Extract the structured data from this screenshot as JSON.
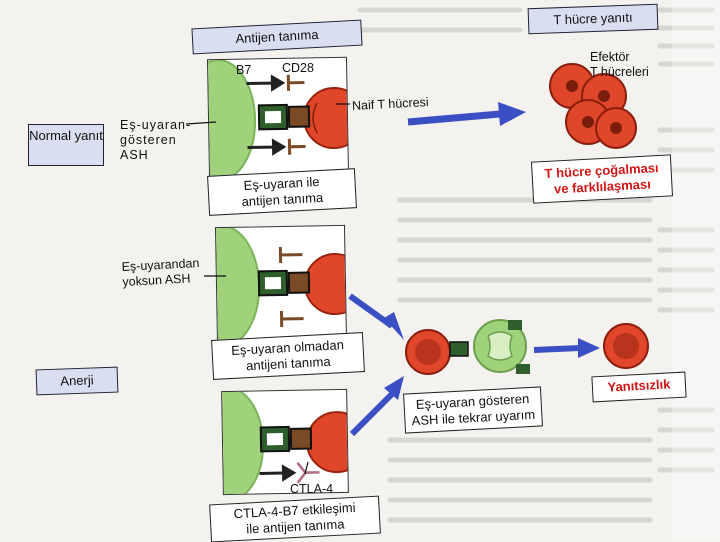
{
  "headers": {
    "antigen_recognition": "Antijen tanıma",
    "t_cell_response": "T hücre yanıtı"
  },
  "side_labels": {
    "normal_response": "Normal yanıt",
    "anergy": "Anerji"
  },
  "panel1": {
    "b7": "B7",
    "cd28": "CD28",
    "apc_label": "Eş-uyaran-\ngösteren\nASH",
    "naive_t": "Naif T hücresi",
    "caption": "Eş-uyaran ile\nantijen tanıma"
  },
  "panel2": {
    "apc_label": "Eş-uyarandan\nyoksun ASH",
    "caption": "Eş-uyaran olmadan\nantijeni tanıma"
  },
  "panel3": {
    "ctla4": "CTLA-4",
    "caption": "CTLA-4-B7 etkileşimi\nile antijen tanıma"
  },
  "effector": {
    "label": "Efektör\nT hücreleri",
    "result": "T hücre çoğalması\nve farklılaşması"
  },
  "anergy_path": {
    "rechallenge": "Eş-uyaran gösteren\nASH ile tekrar uyarım",
    "result": "Yanıtsızlık"
  },
  "colors": {
    "apc_green": "#9fd27a",
    "t_cell_red": "#e0462a",
    "arrow_blue": "#3b4fc4",
    "label_box_blue": "#d9dff1"
  }
}
